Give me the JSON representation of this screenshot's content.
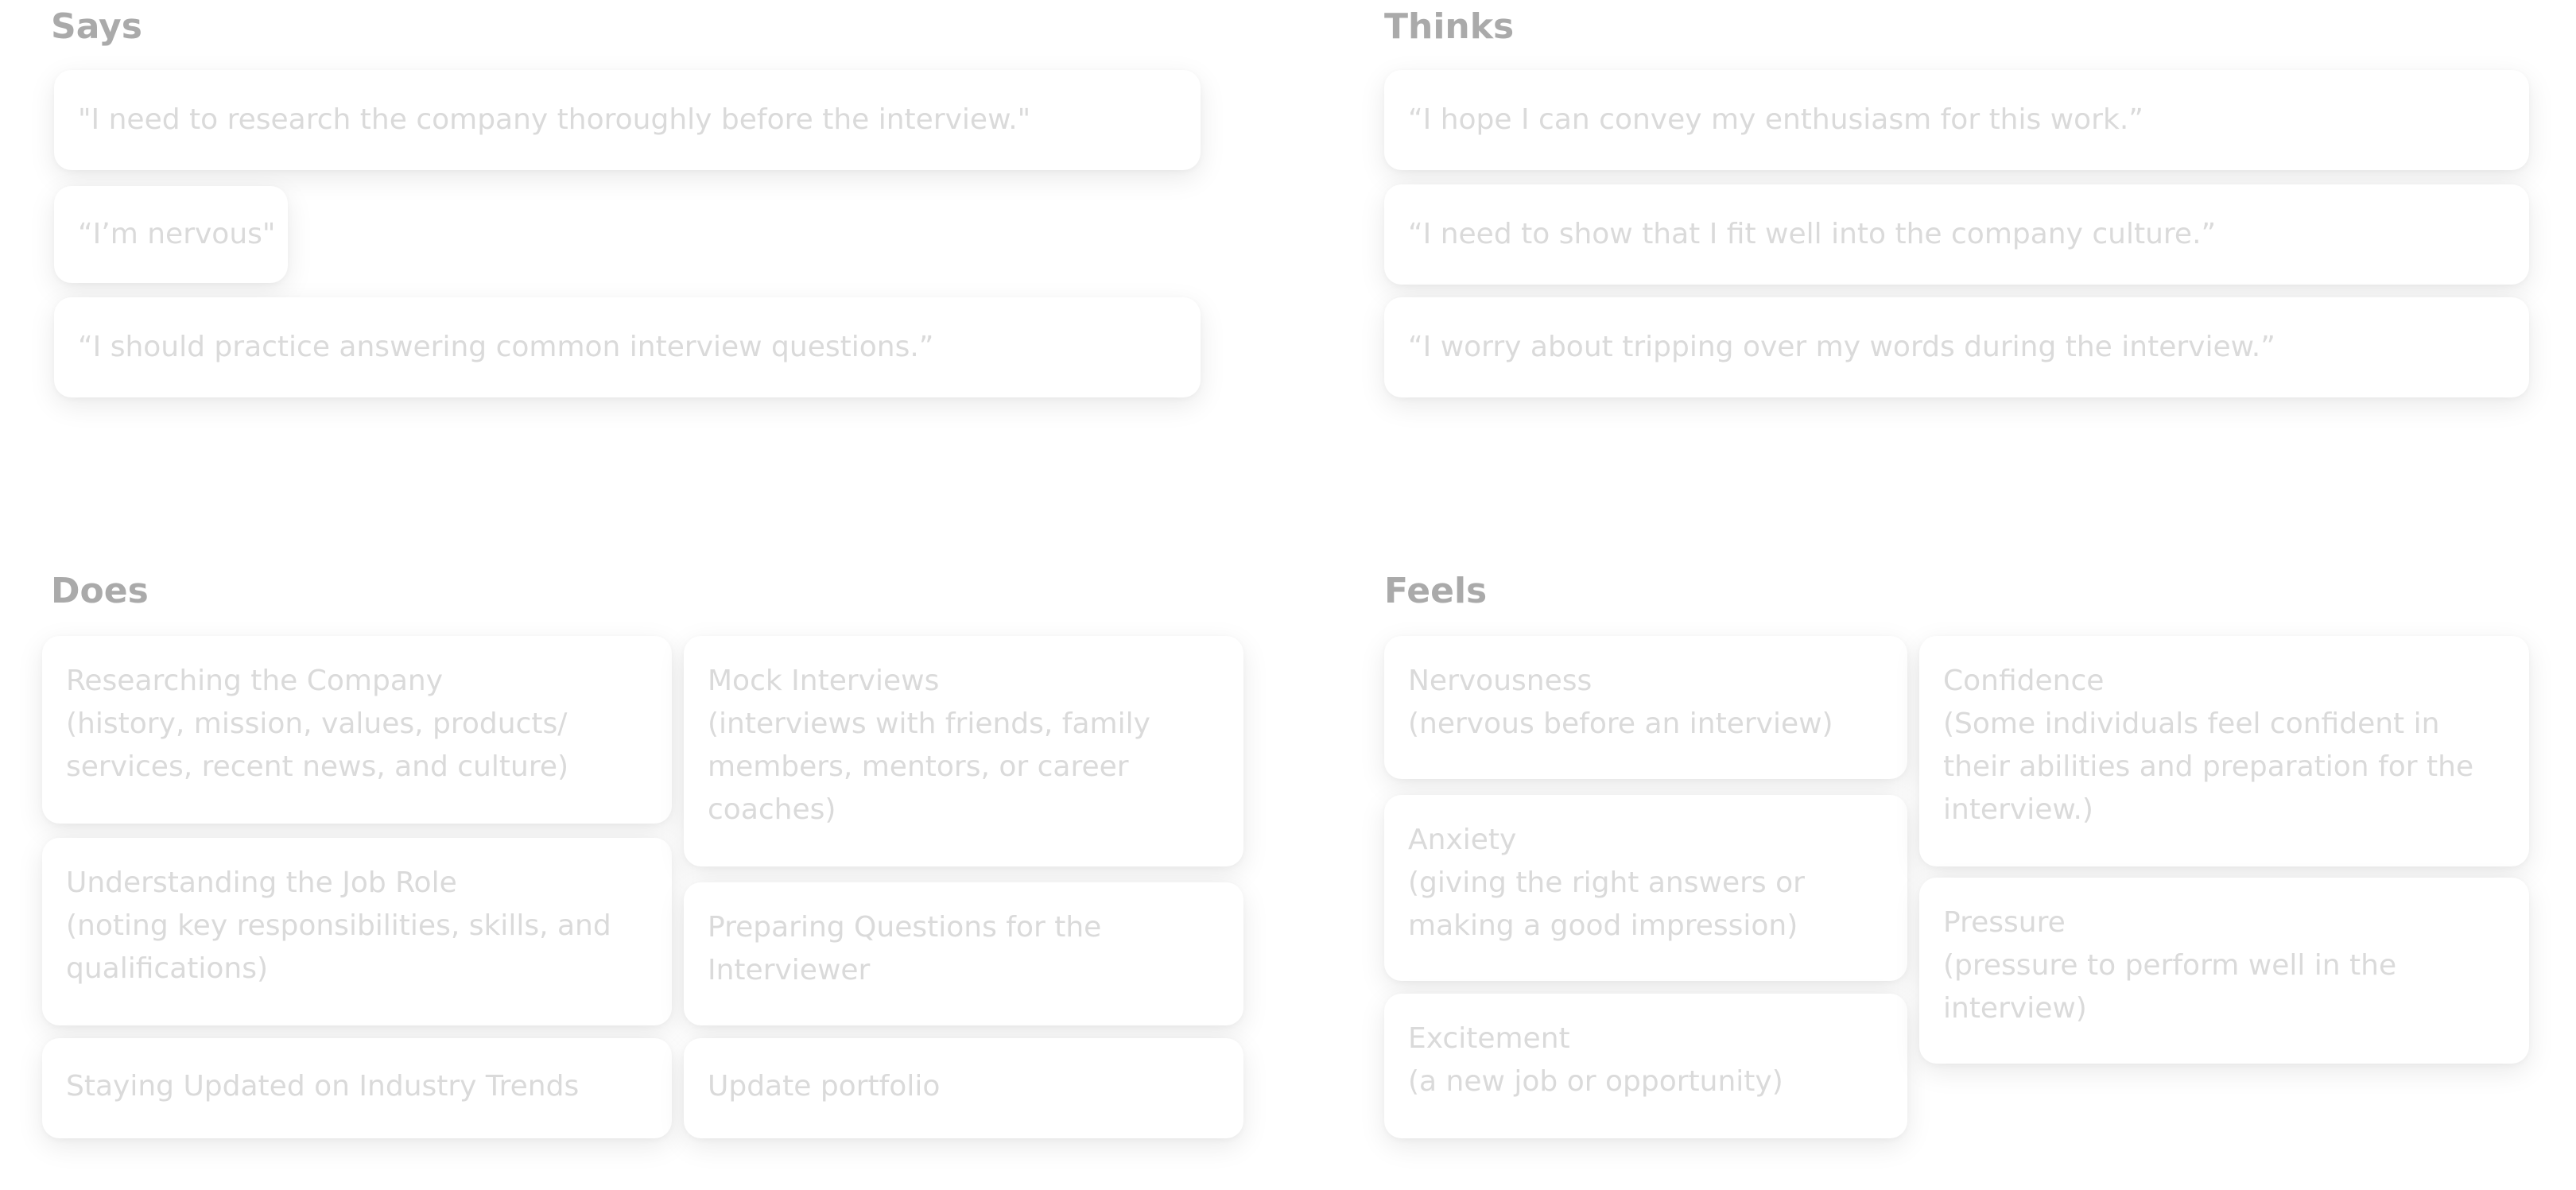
{
  "says": {
    "title": "Says",
    "items": [
      "\"I need to research the company thoroughly before the interview.\"",
      "“I’m nervous\"",
      "“I should practice answering common interview questions.”"
    ]
  },
  "thinks": {
    "title": "Thinks",
    "items": [
      "“I hope I can convey my enthusiasm for this work.”",
      "“I need to show that I fit well into the company culture.”",
      "“I worry about tripping over my words during the interview.”"
    ]
  },
  "does": {
    "title": "Does",
    "items": [
      "Researching the Company\n(history, mission, values, products/\nservices, recent news, and culture)",
      "Understanding the Job Role\n(noting key responsibilities, skills, and\nqualifications)",
      "Staying Updated on Industry Trends",
      "Mock Interviews\n(interviews with friends, family\nmembers, mentors, or career\ncoaches)",
      "Preparing Questions for the\nInterviewer",
      "Update portfolio"
    ]
  },
  "feels": {
    "title": "Feels",
    "items": [
      "Nervousness\n(nervous before an interview)",
      "Anxiety\n(giving the right answers or\nmaking a good impression)",
      "Excitement\n(a new job or opportunity)",
      "Confidence\n(Some individuals feel confident in\ntheir abilities and preparation for the\ninterview.)",
      "Pressure\n(pressure to perform well in the\ninterview)"
    ]
  }
}
